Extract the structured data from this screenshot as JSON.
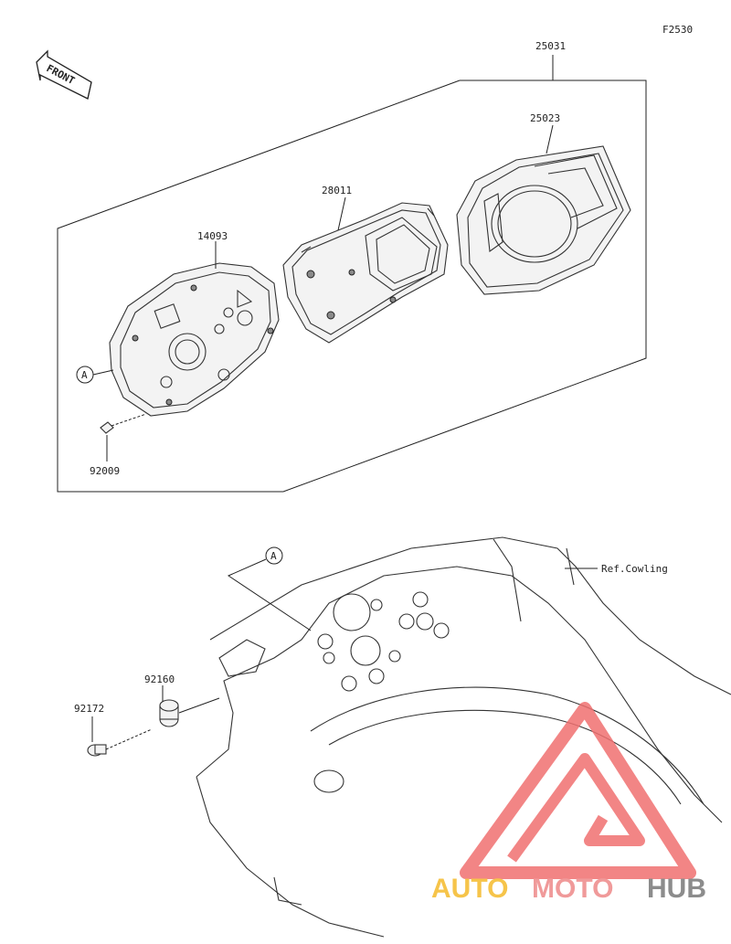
{
  "diagram_code": "F2530",
  "front_label": "FRONT",
  "parts": {
    "assembly": "25031",
    "cover": "25023",
    "meter_case": "28011",
    "lower_case": "14093",
    "screw": "92009",
    "grommet": "92160",
    "bolt": "92172"
  },
  "reference_mark": "A",
  "reference_text": "Ref.Cowling",
  "watermark": {
    "part1": "AUTO",
    "part2": "MOTO",
    "part3": "HUB",
    "colors": {
      "auto": "#f6c44a",
      "moto": "#f09a9a",
      "hub": "#8c8c8c",
      "logo": "#f07070"
    }
  }
}
